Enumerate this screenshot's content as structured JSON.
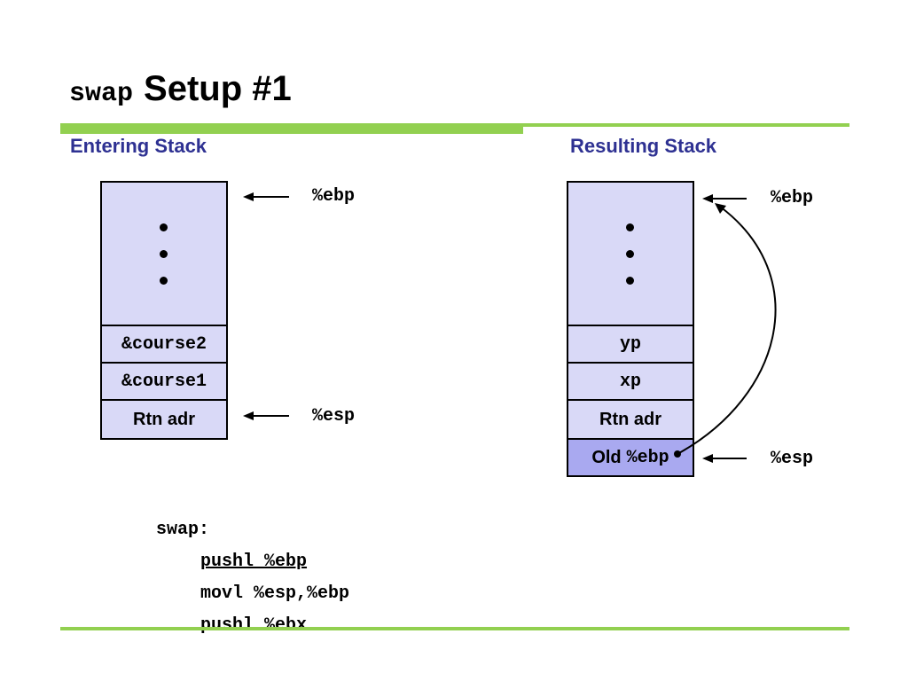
{
  "title": {
    "code": "swap",
    "text": "Setup #1"
  },
  "entering": {
    "heading": "Entering Stack",
    "cells": [
      "&course2",
      "&course1",
      "Rtn adr"
    ],
    "ebp_label": "%ebp",
    "esp_label": "%esp"
  },
  "resulting": {
    "heading": "Resulting Stack",
    "cells": [
      "yp",
      "xp",
      "Rtn adr"
    ],
    "old_cell": {
      "text": "Old",
      "code": "%ebp"
    },
    "ebp_label": "%ebp",
    "esp_label": "%esp"
  },
  "code": {
    "label": "swap:",
    "lines": [
      "pushl %ebp",
      "movl %esp,%ebp",
      "pushl %ebx"
    ],
    "highlighted_line": 0
  },
  "colors": {
    "accent_green": "#92d050",
    "heading_blue": "#2e3192",
    "cell_fill": "#d9d9f7",
    "highlight_fill": "#a9a9f0"
  }
}
